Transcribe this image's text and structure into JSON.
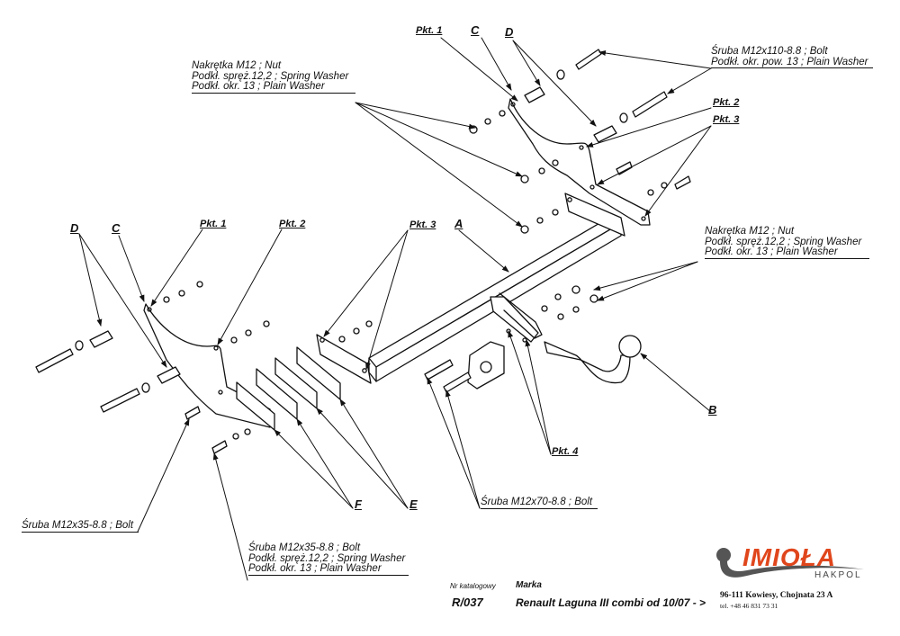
{
  "labels": {
    "top_pkt1": "Pkt. 1",
    "top_c": "C",
    "top_d": "D",
    "top_pkt2": "Pkt. 2",
    "top_pkt3": "Pkt. 3",
    "left_d": "D",
    "left_c": "C",
    "left_pkt1": "Pkt. 1",
    "left_pkt2": "Pkt. 2",
    "mid_pkt3": "Pkt. 3",
    "a": "A",
    "b": "B",
    "pkt4": "Pkt. 4",
    "f": "F",
    "e": "E"
  },
  "callouts": {
    "top_left_nut": [
      "Nakrętka  M12 ; Nut",
      "Podkł. spręż.12,2 ; Spring Washer",
      "Podkł. okr. 13 ; Plain Washer"
    ],
    "top_right_bolt": [
      "Śruba M12x110-8.8 ;  Bolt",
      "Podkł. okr. pow. 13 ; Plain Washer"
    ],
    "right_nut": [
      "Nakrętka  M12 ; Nut",
      "Podkł. spręż.12,2 ; Spring Washer",
      "Podkł. okr. 13 ; Plain Washer"
    ],
    "bottom_left_bolt": [
      "Śruba M12x35-8.8 ;  Bolt"
    ],
    "bottom_mid_bolt": [
      "Śruba M12x35-8.8 ;  Bolt",
      "Podkł. spręż.12,2 ; Spring Washer",
      "Podkł. okr. 13 ; Plain Washer"
    ],
    "bottom_m70_bolt": [
      "Śruba M12x70-8.8 ;  Bolt"
    ]
  },
  "title_block": {
    "catalog_label": "Nr katalogowy",
    "catalog_value": "R/037",
    "make_label": "Marka",
    "make_value": "Renault Laguna III combi   od  10/07 - >",
    "brand": "IMIOŁA",
    "brand_sub": "HAKPOL",
    "address": "96-111 Kowiesy, Chojnata 23 A",
    "phone": "tel. +48 46 831 73 31",
    "brand_color": "#e0461c"
  }
}
